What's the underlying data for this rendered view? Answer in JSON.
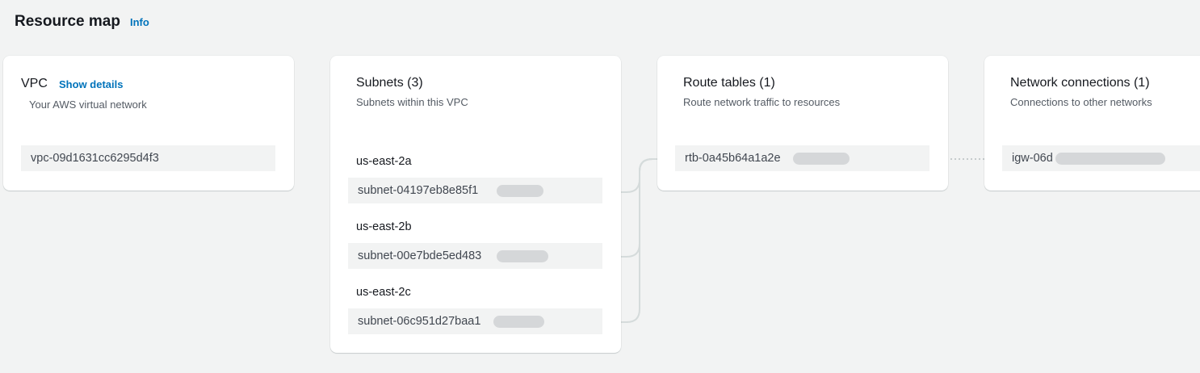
{
  "header": {
    "title": "Resource map",
    "info_label": "Info"
  },
  "vpc": {
    "title": "VPC",
    "show_details_label": "Show details",
    "description": "Your AWS virtual network",
    "id": "vpc-09d1631cc6295d4f3"
  },
  "subnets": {
    "title": "Subnets (3)",
    "description": "Subnets within this VPC",
    "items": [
      {
        "az": "us-east-2a",
        "id": "subnet-04197eb8e85f1"
      },
      {
        "az": "us-east-2b",
        "id": "subnet-00e7bde5ed483"
      },
      {
        "az": "us-east-2c",
        "id": "subnet-06c951d27baa1"
      }
    ]
  },
  "route_tables": {
    "title": "Route tables (1)",
    "description": "Route network traffic to resources",
    "items": [
      {
        "id": "rtb-0a45b64a1a2e"
      }
    ]
  },
  "network_connections": {
    "title": "Network connections (1)",
    "description": "Connections to other networks",
    "items": [
      {
        "id": "igw-06d"
      }
    ]
  },
  "colors": {
    "background": "#f2f3f3",
    "card": "#ffffff",
    "link": "#0073bb",
    "connector": "#d5dbdb",
    "redaction": "#d5d7d9"
  }
}
